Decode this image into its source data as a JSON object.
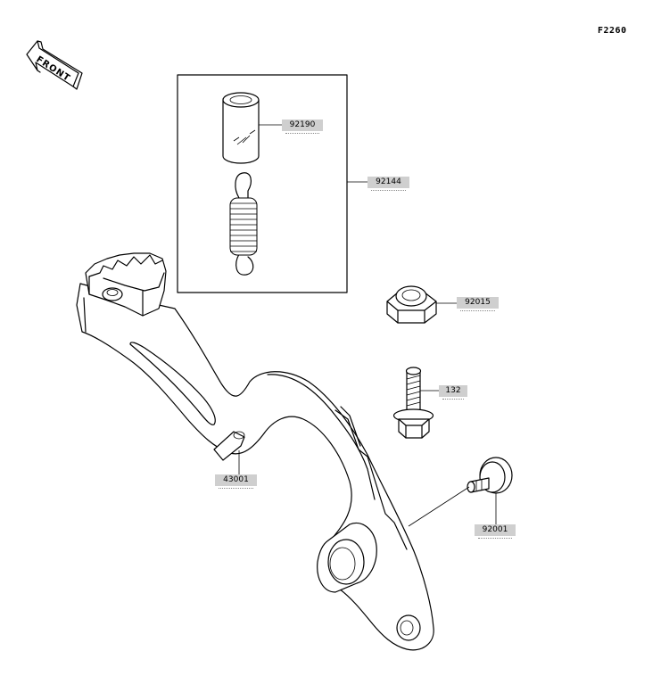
{
  "figure_id": "F2260",
  "front_arrow": {
    "label": "FRONT",
    "icon": "front-arrow-icon"
  },
  "part_labels": [
    {
      "id": "92190",
      "text": "92190"
    },
    {
      "id": "92144",
      "text": "92144"
    },
    {
      "id": "92015",
      "text": "92015"
    },
    {
      "id": "132",
      "text": "132"
    },
    {
      "id": "43001",
      "text": "43001"
    },
    {
      "id": "92001",
      "text": "92001"
    }
  ],
  "colors": {
    "line": "#000000",
    "label_bg": "#cfcfcf",
    "background": "#ffffff"
  }
}
